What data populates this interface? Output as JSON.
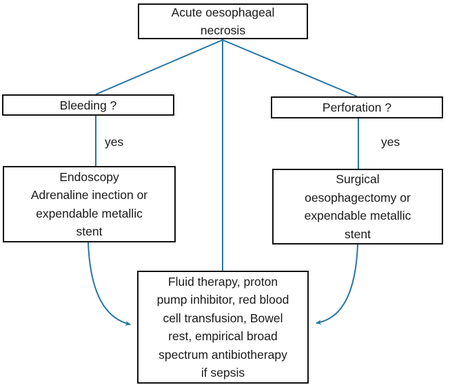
{
  "diagram": {
    "nodes": {
      "root": "Acute oesophageal\nnecrosis",
      "bleeding": "Bleeding ?",
      "perforation": "Perforation ?",
      "endoscopy": "Endoscopy\nAdrenaline inection or\nexpendable metallic\nstent",
      "surgical": "Surgical\noesophagectomy or\nexpendable metallic\nstent",
      "supportive": "Fluid therapy, proton\npump inhibitor, red blood\ncell transfusion, Bowel\nrest, empirical broad\nspectrum antibiotherapy\nif sepsis"
    },
    "edge_labels": {
      "bleeding_yes": "yes",
      "perforation_yes": "yes"
    },
    "colors": {
      "connector": "#2776a5",
      "box_border": "#111111",
      "text": "#1a1a1a",
      "background": "#ffffff"
    }
  }
}
